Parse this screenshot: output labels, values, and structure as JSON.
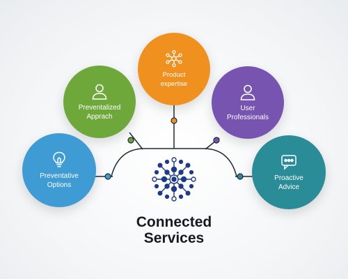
{
  "title": {
    "line1": "Connected",
    "line2": "Services"
  },
  "nodes": {
    "product": {
      "label": "Product\nexpertise",
      "icon": "network-icon",
      "color": "#f0901e"
    },
    "approach": {
      "label": "Preventalized\nApprach",
      "icon": "person-icon",
      "color": "#6ea83a"
    },
    "user": {
      "label": "User\nProfessionals",
      "icon": "person-icon",
      "color": "#7654b0"
    },
    "options": {
      "label": "Preventative\nOptions",
      "icon": "lightbulb-icon",
      "color": "#3f9bd3"
    },
    "advice": {
      "label": "Proactive\nAdvice",
      "icon": "chat-bubble-icon",
      "color": "#2a8c97"
    }
  },
  "colors": {
    "hub": "#1e3a8a",
    "connector": "#1f2937",
    "title": "#151923"
  }
}
